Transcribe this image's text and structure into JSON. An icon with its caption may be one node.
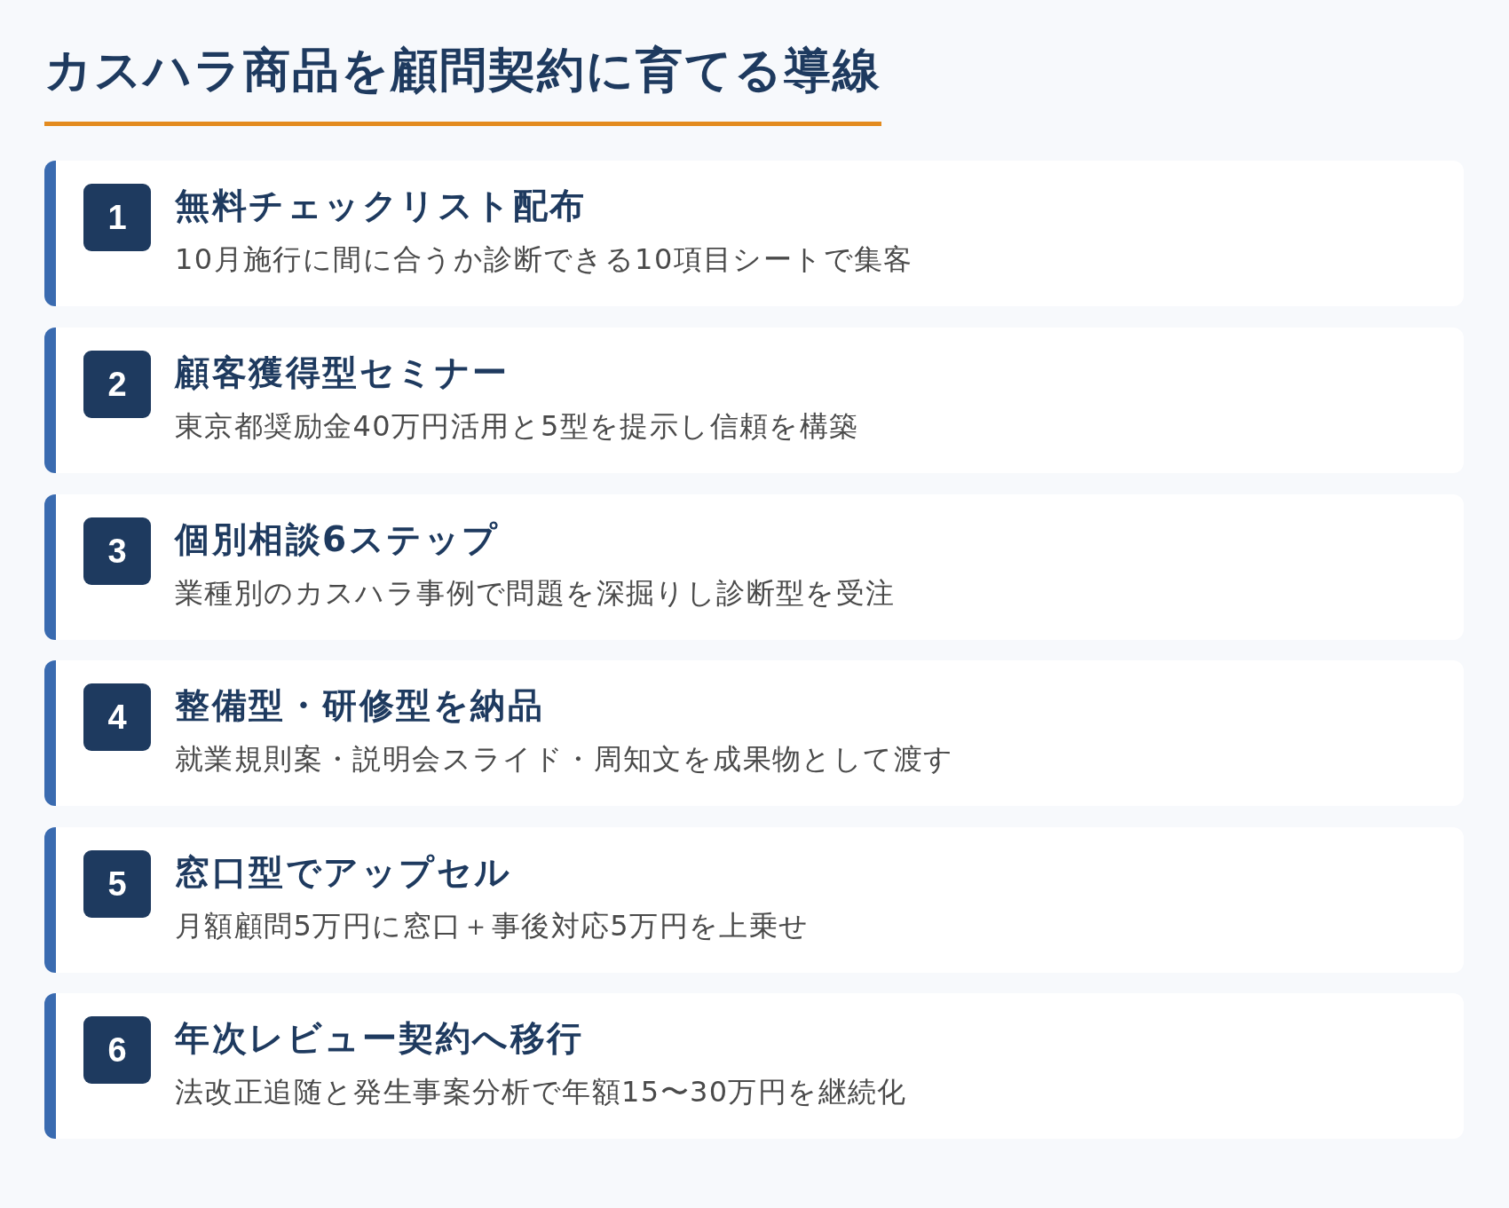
{
  "diagram": {
    "title": "カスハラ商品を顧問契約に育てる導線",
    "nodes": [
      {
        "text": [
          "無料チェックリスト配布",
          "10月施行に間に合うか診断できる10項目シートで集客"
        ]
      },
      {
        "text": [
          "1"
        ],
        "in": 0
      },
      {
        "text": [
          "顧客獲得型セミナー",
          "東京都奨励金40万円活用と5型を提示し信頼を構築"
        ]
      },
      {
        "text": [
          "2"
        ],
        "in": 2
      },
      {
        "text": [
          "個別相談6ステップ",
          "業種別のカスハラ事例で問題を深掘りし診断型を受注"
        ]
      },
      {
        "text": [
          "3"
        ],
        "in": 4
      },
      {
        "text": [
          "整備型・研修型を納品",
          "就業規則案・説明会スライド・周知文を成果物として渡す"
        ]
      },
      {
        "text": [
          "4"
        ],
        "in": 6
      },
      {
        "text": [
          "窓口型でアップセル",
          "月額顧問5万円に窓口＋事後対応5万円を上乗せ"
        ]
      },
      {
        "text": [
          "5"
        ],
        "in": 8
      },
      {
        "text": [
          "年次レビュー契約へ移行",
          "法改正追随と発生事案分析で年額15〜30万円を継続化"
        ]
      },
      {
        "text": [
          "6"
        ],
        "in": 10
      }
    ]
  }
}
